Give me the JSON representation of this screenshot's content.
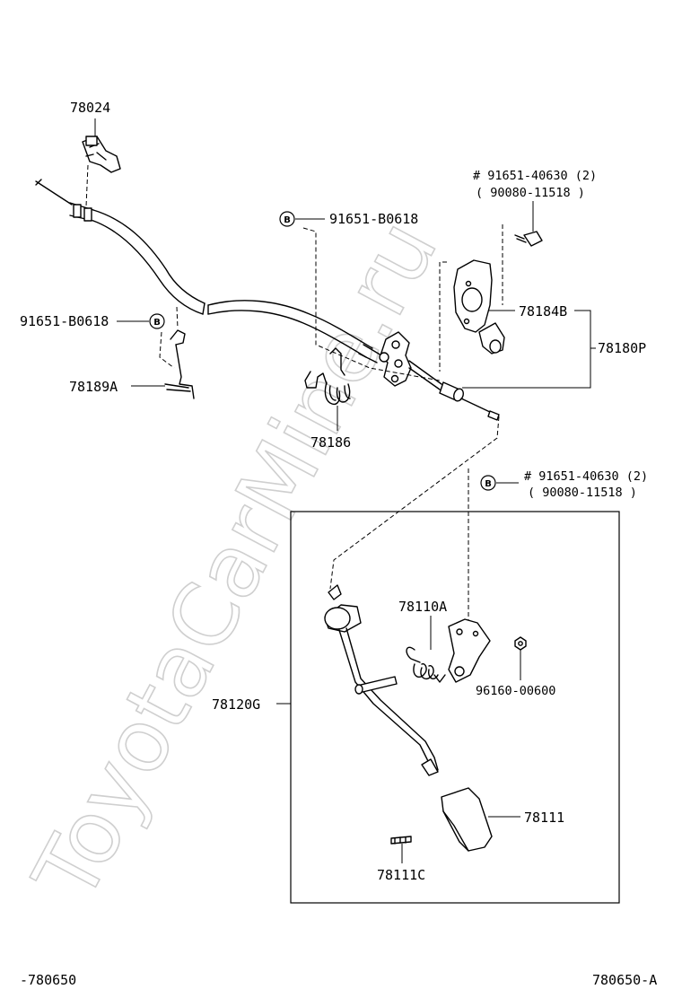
{
  "watermark": "ToyotaCarMine.ru",
  "bolt_mark": "B",
  "labels": {
    "p78024": "78024",
    "bolt_top_no": "# 91651-40630 (2)",
    "bolt_top_alt": "( 90080-11518 )",
    "clip_b0618_top": "91651-B0618",
    "clip_b0618_left": "91651-B0618",
    "p78184b": "78184B",
    "p78180p": "78180P",
    "p78189a": "78189A",
    "p78186": "78186",
    "bolt_mid_no": "# 91651-40630 (2)",
    "bolt_mid_alt": "( 90080-11518 )",
    "p78110a": "78110A",
    "p96160": "96160-00600",
    "p78120g": "78120G",
    "p78111": "78111",
    "p78111c": "78111C"
  },
  "footer": {
    "left": "-780650",
    "right": "780650-A"
  }
}
